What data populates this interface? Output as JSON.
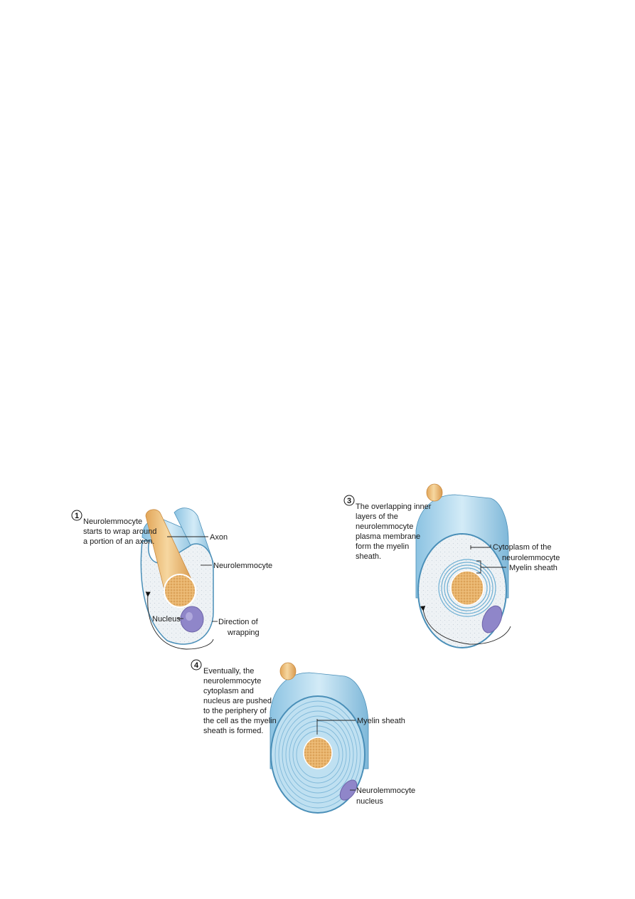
{
  "steps": [
    {
      "number": "1",
      "text": [
        "Neurolemmocyte",
        "starts to wrap around",
        "a portion of an axon."
      ],
      "labels": {
        "axon": "Axon",
        "neurolemmocyte": "Neurolemmocyte",
        "nucleus": "Nucleus",
        "direction": [
          "Direction of",
          "wrapping"
        ]
      }
    },
    {
      "number": "3",
      "text": [
        "The overlapping inner",
        "layers of the",
        "neurolemmocyte",
        "plasma membrane",
        "form the myelin",
        "sheath."
      ],
      "labels": {
        "cytoplasm": [
          "Cytoplasm of the",
          "neurolemmocyte"
        ],
        "myelin": "Myelin sheath"
      }
    },
    {
      "number": "4",
      "text": [
        "Eventually, the",
        "neurolemmocyte",
        "cytoplasm and",
        "nucleus are pushed",
        "to the periphery of",
        "the cell as the myelin",
        "sheath is formed."
      ],
      "labels": {
        "myelin": "Myelin sheath",
        "nucleus": [
          "Neurolemmocyte",
          "nucleus"
        ]
      }
    }
  ],
  "colors": {
    "sheath_light": "#cfe8f4",
    "sheath_mid": "#a9d3ea",
    "sheath_dark": "#6fb0d4",
    "sheath_outline": "#4a8fb8",
    "cytoplasm": "#eef3f6",
    "axon_outer": "#f1c27d",
    "axon_inner": "#dfa25a",
    "nucleus": "#8f86c9",
    "arrow": "#111111"
  }
}
